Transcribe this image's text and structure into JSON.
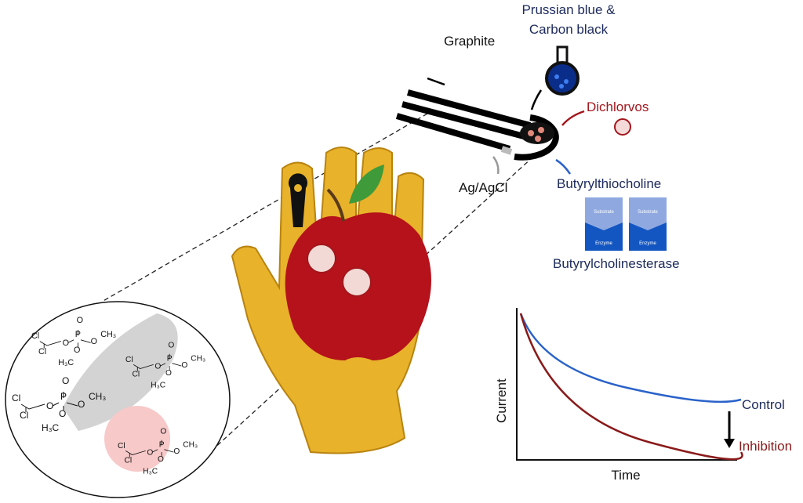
{
  "labels": {
    "graphite": "Graphite",
    "prussian_line1": "Prussian blue &",
    "prussian_line2": "Carbon black",
    "dichlorvos": "Dichlorvos",
    "ag_agcl": "Ag/AgCl",
    "butyrylthiocholine": "Butyrylthiocholine",
    "butyrylcholinesterase": "Butyrylcholinesterase",
    "substrate": "Substrate",
    "enzyme": "Enzyme"
  },
  "molecule": {
    "cl": "Cl",
    "o": "O",
    "p": "P",
    "ch3": "CH₃",
    "h3c": "H₃C"
  },
  "chart": {
    "ylabel": "Current",
    "xlabel": "Time",
    "control": "Control",
    "inhibition": "Inhibition"
  },
  "colors": {
    "glove": "#e8b22a",
    "apple": "#b5121b",
    "control": "#2a62c9",
    "inhibition": "#8a1a1a",
    "navy": "#1c2a5c",
    "dichlorvos": "#a3161c"
  }
}
